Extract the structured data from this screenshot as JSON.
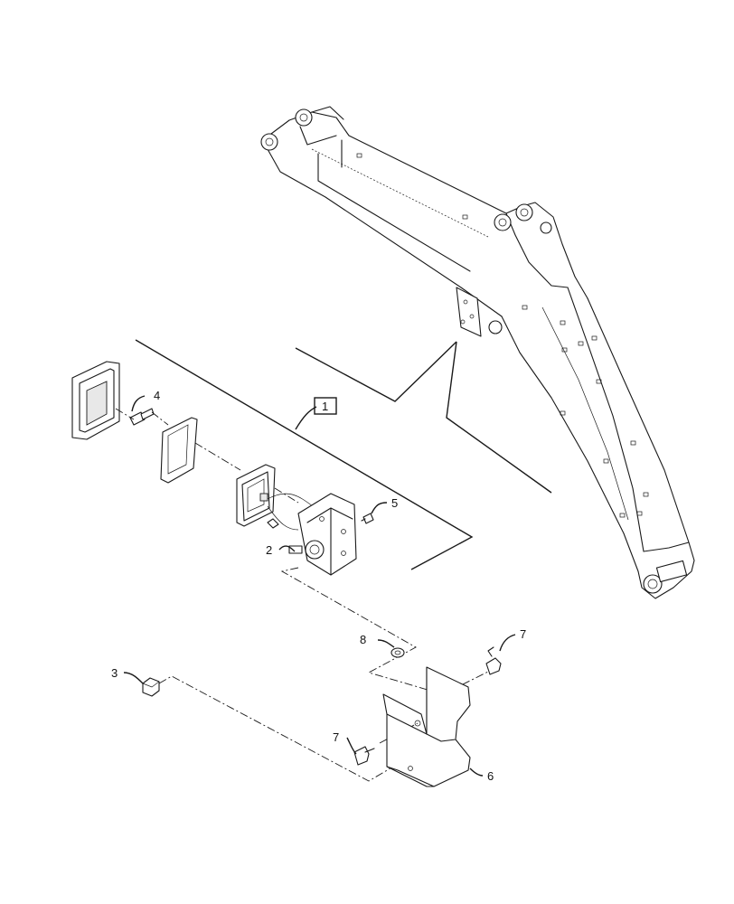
{
  "callouts": {
    "item_1": "1",
    "item_2": "2",
    "item_3": "3",
    "item_4": "4",
    "item_5": "5",
    "item_6": "6",
    "item_7_upper": "7",
    "item_7_lower": "7",
    "item_8": "8"
  },
  "colors": {
    "line": "#1a1a1a",
    "background": "#ffffff"
  }
}
